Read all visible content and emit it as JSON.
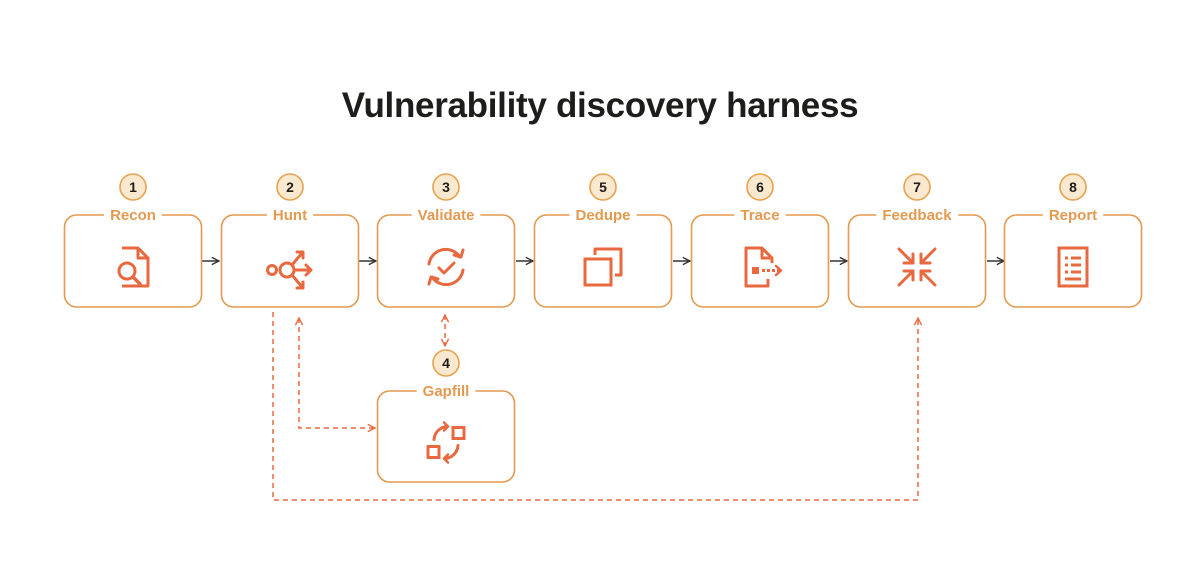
{
  "title": "Vulnerability discovery harness",
  "colors": {
    "accent": "#E8693F",
    "border": "#E39A50",
    "badge_fill": "#FBE9CF",
    "badge_stroke": "#E8A24F",
    "text": "#1D1D1B",
    "arrow": "#333333"
  },
  "steps": [
    {
      "number": "1",
      "label": "Recon",
      "icon": "document-search-icon"
    },
    {
      "number": "2",
      "label": "Hunt",
      "icon": "branching-arrows-icon"
    },
    {
      "number": "3",
      "label": "Validate",
      "icon": "cycle-check-icon"
    },
    {
      "number": "5",
      "label": "Dedupe",
      "icon": "duplicate-squares-icon"
    },
    {
      "number": "6",
      "label": "Trace",
      "icon": "document-trace-icon"
    },
    {
      "number": "7",
      "label": "Feedback",
      "icon": "collapse-arrows-icon"
    },
    {
      "number": "8",
      "label": "Report",
      "icon": "report-list-icon"
    }
  ],
  "gapfill": {
    "number": "4",
    "label": "Gapfill",
    "icon": "shuffle-squares-icon"
  }
}
